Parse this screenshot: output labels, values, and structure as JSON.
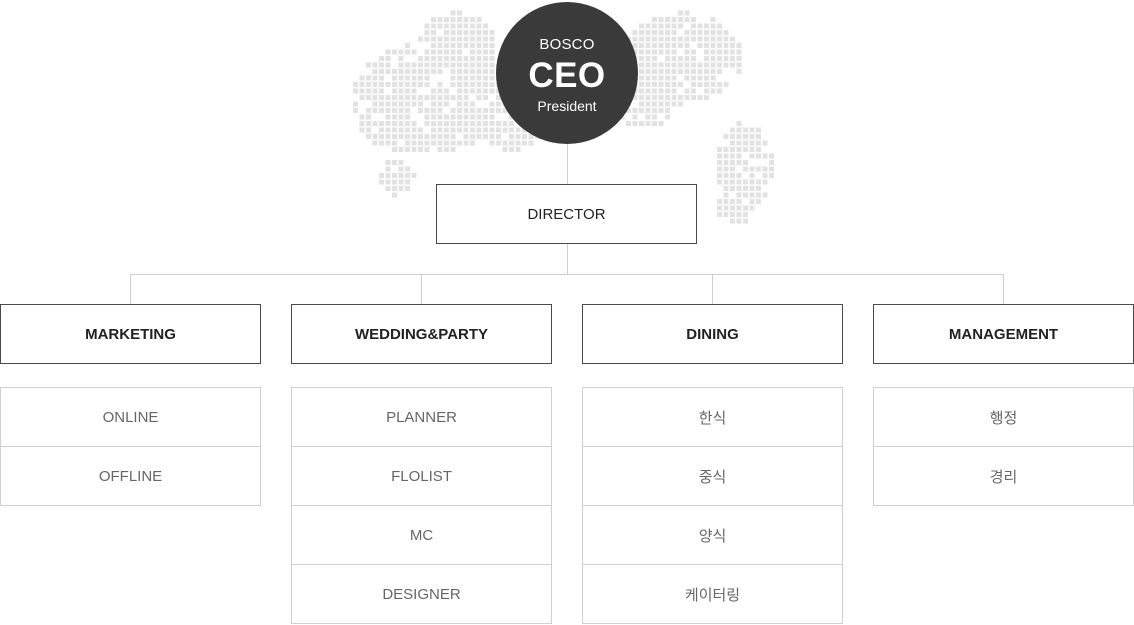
{
  "ceo": {
    "company": "BOSCO",
    "title": "CEO",
    "subtitle": "President"
  },
  "director": {
    "label": "DIRECTOR"
  },
  "departments": [
    {
      "label": "MARKETING",
      "items": [
        "ONLINE",
        "OFFLINE"
      ]
    },
    {
      "label": "WEDDING&PARTY",
      "items": [
        "PLANNER",
        "FLOLIST",
        "MC",
        "DESIGNER"
      ]
    },
    {
      "label": "DINING",
      "items": [
        "한식",
        "중식",
        "양식",
        "케이터링"
      ]
    },
    {
      "label": "MANAGEMENT",
      "items": [
        "행정",
        "경리"
      ]
    }
  ],
  "colors": {
    "ceo_circle": "#3a3a3a",
    "line": "#cfcfcf",
    "map_dot": "#e2e2e2",
    "box_border": "#4a4a4a"
  }
}
